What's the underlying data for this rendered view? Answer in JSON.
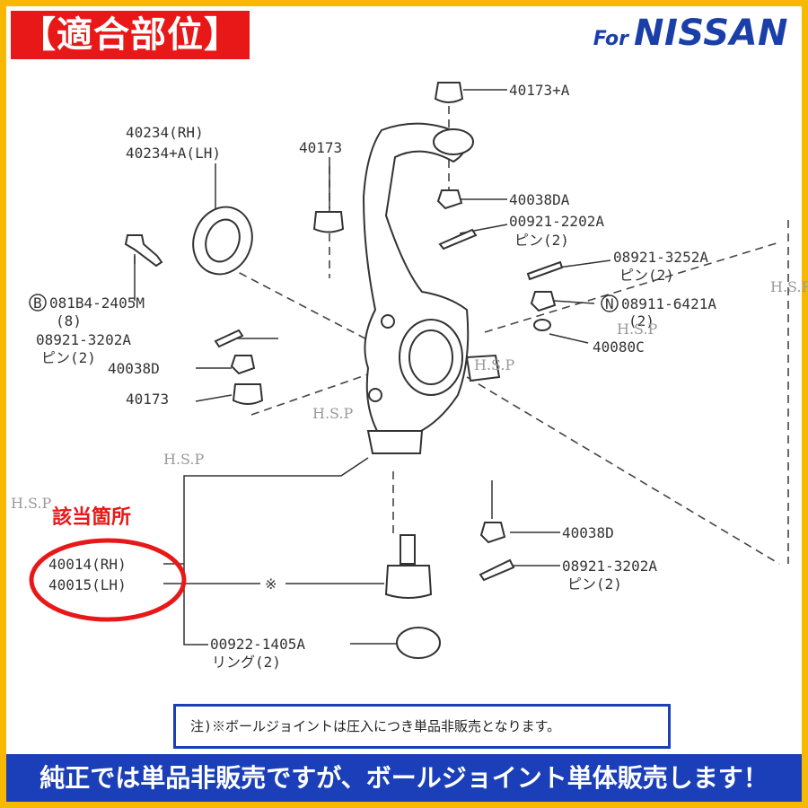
{
  "header": {
    "title": "【適合部位】",
    "brand_prefix": "For",
    "brand_name": "NISSAN"
  },
  "diagram": {
    "part_labels": {
      "p40173_a": "40173+A",
      "p40173_top": "40173",
      "p40234_rh": "40234(RH)",
      "p40234_lh": "40234+A(LH)",
      "p40038da": "40038DA",
      "p00921_2202a": "00921-2202A",
      "p00921_2202a_sub": "ピン(2)",
      "p08921_3252a": "08921-3252A",
      "p08921_3252a_sub": "ピン(2)",
      "p081b4": "081B4-2405M",
      "p081b4_sub": "(8)",
      "p08911": "08911-6421A",
      "p08911_sub": "(2)",
      "p08921_3202a_left": "08921-3202A",
      "p08921_3202a_left_sub": "ピン(2)",
      "p40080c": "40080C",
      "p40038d_left": "40038D",
      "p40173_left": "40173",
      "p40038d_right": "40038D",
      "p08921_3202a_right": "08921-3202A",
      "p08921_3202a_right_sub": "ピン(2)",
      "p40014": "40014(RH)",
      "p40015": "40015(LH)",
      "p00922": "00922-1405A",
      "p00922_sub": "リング(2)",
      "circled_b": "B",
      "circled_n": "N",
      "kome": "※"
    },
    "highlight_label": "該当箇所",
    "watermark": "H.S.P"
  },
  "note": {
    "text": "注)※ボールジョイントは圧入につき単品非販売となります。"
  },
  "footer": {
    "text": "純正では単品非販売ですが、ボールジョイント単体販売します！"
  },
  "colors": {
    "frame": "#f6b800",
    "accent_red": "#e81818",
    "brand_blue": "#1b3fa8",
    "band_blue": "#1a3fb8"
  }
}
